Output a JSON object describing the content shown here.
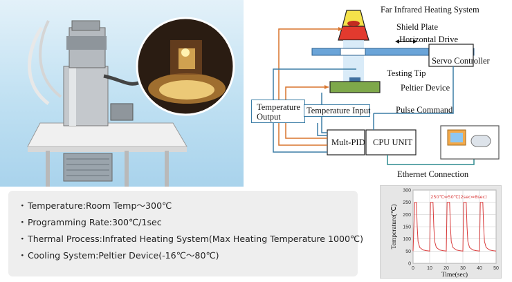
{
  "diagram": {
    "far_infrared": "Far Infrared Heating System",
    "shield_plate": "Shield Plate",
    "horizontal_drive": "Horizontal Drive",
    "servo_controller": "Servo Controller",
    "testing_tip": "Testing Tip",
    "peltier_device": "Peltier Device",
    "temperature_output_1": "Temperature",
    "temperature_output_2": "Output",
    "temperature_input": "Temperature Input",
    "pulse_command": "Pulse Command",
    "mult_pid": "Mult-PID",
    "cpu_unit": "CPU UNIT",
    "ethernet": "Ethernet Connection"
  },
  "specs": [
    "Temperature:Room Temp〜300℃",
    "Programming Rate:300℃/1sec",
    "Thermal Process:Infrated Heating System(Max Heating Temperature 1000℃)",
    "Cooling System:Peltier Device(-16℃〜80℃)"
  ],
  "colors": {
    "orange_line": "#d8742c",
    "blue_line": "#3b7da6",
    "teal_line": "#2f8c8f",
    "curve": "#d93a3a"
  },
  "chart_data": {
    "type": "line",
    "annotation": "250℃⇔50℃(2sec⇔8sec)",
    "xlabel": "Time(sec)",
    "ylabel": "Temperature(℃)",
    "xlim": [
      0,
      50
    ],
    "ylim": [
      0,
      300
    ],
    "xticks": [
      "0",
      "10",
      "20",
      "30",
      "40",
      "50"
    ],
    "yticks": [
      "0",
      "50",
      "100",
      "150",
      "200",
      "250",
      "300"
    ],
    "grid": true,
    "series": [
      {
        "x": [
          0,
          1,
          2,
          2.5,
          3,
          4,
          6,
          8,
          10,
          10.5,
          11,
          12,
          12.5,
          13,
          14,
          16,
          18,
          20,
          20.5,
          21,
          22,
          22.5,
          23,
          24,
          26,
          28,
          30,
          30.5,
          31,
          32,
          32.5,
          33,
          34,
          36,
          38,
          40,
          40.5,
          41,
          42,
          42.5,
          43,
          44,
          46,
          48,
          50
        ],
        "y": [
          50,
          250,
          250,
          150,
          90,
          65,
          55,
          52,
          50,
          250,
          250,
          250,
          150,
          90,
          65,
          55,
          52,
          50,
          250,
          250,
          250,
          150,
          90,
          65,
          55,
          52,
          50,
          250,
          250,
          250,
          150,
          90,
          65,
          55,
          52,
          50,
          250,
          250,
          250,
          150,
          90,
          65,
          55,
          52,
          50
        ]
      }
    ]
  }
}
